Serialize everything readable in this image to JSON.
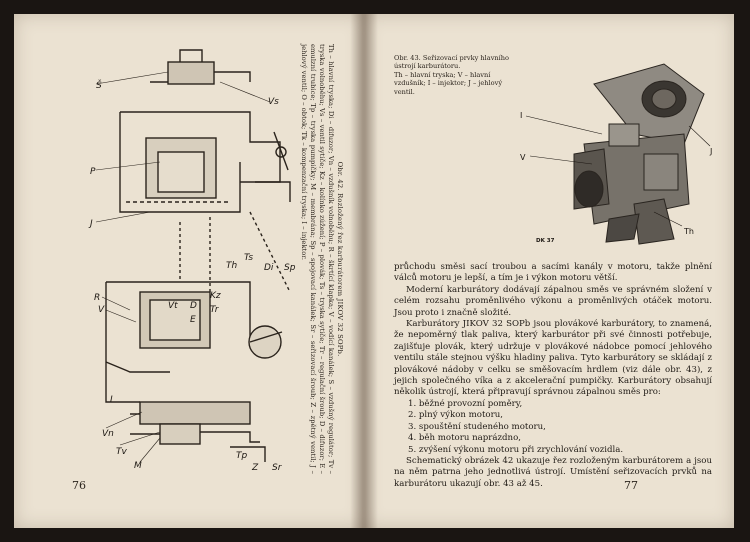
{
  "left_page": {
    "page_number": "76",
    "figure_caption_title": "Obr. 42. Rozložený řez karburátorem JIKOV 32 SOPb.",
    "figure_caption_legend": "Th – hlavní tryska; Di – difuzor; Vn – vzdušník volnoběhu; R – škrtící klapka; V – vodící kanálek; S – vzdušný regulátor; Tv – tryska volnoběhu; Vs – ventil sytiče; Kz – kolínko zúžení; P – plovák; Ts – tryska sytiče; Tr – regulační šroub; D – difuzor; E – emulzní trubice; Tp – tryska pumpičky; M – membrána; Sp – spojovací kanálek; Sr – seřizovací šroub; Z – zpětný ventil; J – jehlový ventil; O – obtok; Tk – kompenzační tryska; I – injektor.",
    "part_labels": {
      "S": "Š",
      "Vs": "Vs",
      "P": "P",
      "J": "J",
      "R": "R",
      "V": "V",
      "Vt": "Vt",
      "D": "D",
      "E": "E",
      "Kz": "Kz",
      "Tr": "Tr",
      "Th": "Th",
      "Ts": "Ts",
      "Di": "Di",
      "Sp": "Sp",
      "Vn": "Vn",
      "Tv": "Tv",
      "M": "M",
      "Tp": "Tp",
      "Z": "Z",
      "Sr": "Sr",
      "I": "I"
    }
  },
  "right_page": {
    "page_number": "77",
    "figure_caption_head": "Obr. 43. Seřizovací prvky hlavního ústrojí karburátoru.",
    "figure_caption_legend": "Th – hlavní tryska; V – hlavní vzdušník; I – injektor; J – jehlový ventil.",
    "photo_labels": {
      "I": "I",
      "V": "V",
      "J": "J",
      "Th": "Th",
      "code": "DK 37"
    },
    "paragraphs": [
      "průchodu směsi sací troubou a sacími kanály v motoru, takže plnění válců motoru je lepší, a tím je i výkon motoru větší.",
      "Moderní karburátory dodávají zápalnou směs ve správném složení v celém rozsahu proměnlivého výkonu a proměnlivých otáček motoru. Jsou proto i značně složité.",
      "Karburátory JIKOV 32 SOPb jsou plovákové karburátory, to znamená, že nepoměrný tlak paliva, který karburátor při své činnosti potřebuje, zajišťuje plovák, který udržuje v plovákové nádobce pomocí jehlového ventilu stále stejnou výšku hladiny paliva. Tyto karburátory se skládají z plovákové nádoby v celku se směšovacím hrdlem (viz dále obr. 43), z jejich společného víka a z akcelerační pumpičky. Karburátory obsahují několik ústrojí, která připravují správnou zápalnou směs pro:"
    ],
    "list_items": [
      "1. běžné provozní poměry,",
      "2. plný výkon motoru,",
      "3. spouštění studeného motoru,",
      "4. běh motoru naprázdno,",
      "5. zvýšení výkonu motoru při zrychlování vozidla."
    ],
    "closing_paragraph": "Schematický obrázek 42 ukazuje řez rozloženým karburátorem a jsou na něm patrna jeho jednotlivá ústrojí. Umístění seřizovacích prvků na karburátoru ukazují obr. 43 až 45."
  },
  "colors": {
    "paper": "#ebe2d2",
    "ink": "#1f1a15",
    "background": "#1a1512"
  }
}
